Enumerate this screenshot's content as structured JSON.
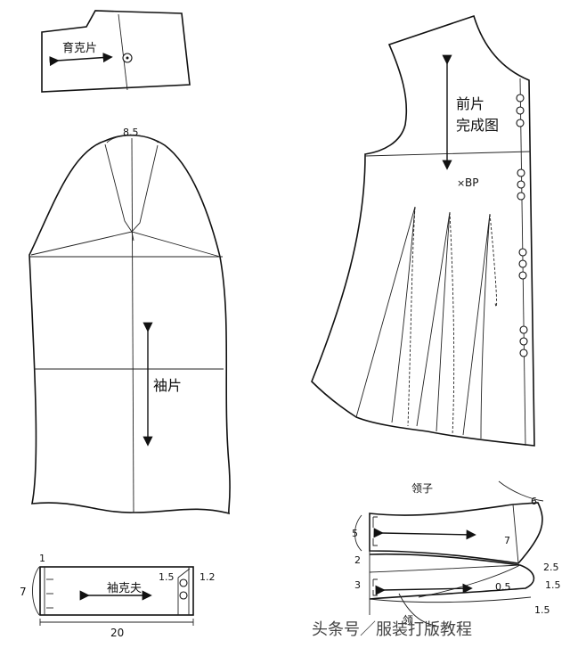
{
  "labels": {
    "yoke": "育克片",
    "front_line1": "前片",
    "front_line2": "完成图",
    "bp": "BP",
    "sleeve": "袖片",
    "cuff": "袖克夫",
    "collar": "领子",
    "collar_bottom": "领",
    "watermark": "头条号／服装打版教程"
  },
  "dims": {
    "sleeve_cap": "8.5",
    "cuff_width": "20",
    "cuff_height": "7",
    "cuff_1": "1",
    "cuff_15": "1.5",
    "cuff_12": "1.2",
    "collar_6": "6",
    "collar_5": "5",
    "collar_7": "7",
    "collar_2": "2",
    "collar_25": "2.5",
    "collar_3": "3",
    "collar_05": "0.5",
    "collar_15": "1.5",
    "collar_15b": "1.5"
  },
  "colors": {
    "line": "#111111",
    "background": "#ffffff"
  }
}
